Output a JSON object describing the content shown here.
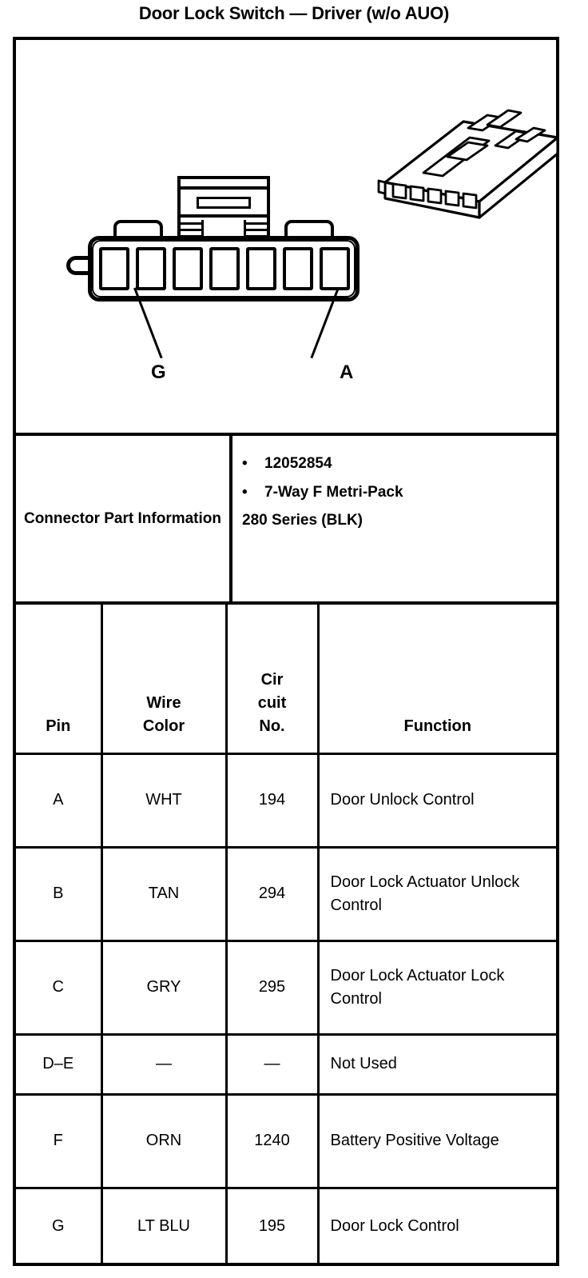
{
  "title": "Door Lock Switch — Driver (w/o AUO)",
  "diagram": {
    "view_2d_name": "connector-front-view",
    "view_3d_name": "connector-isometric-view",
    "cavity_count": 7,
    "pin_callouts": [
      {
        "label": "G",
        "position": "left"
      },
      {
        "label": "A",
        "position": "right"
      }
    ]
  },
  "connector_part_information": {
    "label": "Connector Part Information",
    "bullets": [
      "12052854",
      "7-Way F Metri-Pack"
    ],
    "continuation": "280 Series (BLK)"
  },
  "pin_table": {
    "headers": {
      "pin": "Pin",
      "wire_color_line1": "Wire",
      "wire_color_line2": "Color",
      "circuit_line1": "Cir",
      "circuit_line2": "cuit",
      "circuit_line3": "No.",
      "function": "Function"
    },
    "rows": [
      {
        "pin": "A",
        "wire_color": "WHT",
        "circuit_no": "194",
        "function": "Door Unlock Control"
      },
      {
        "pin": "B",
        "wire_color": "TAN",
        "circuit_no": "294",
        "function": "Door Lock Actuator Unlock Control"
      },
      {
        "pin": "C",
        "wire_color": "GRY",
        "circuit_no": "295",
        "function": "Door Lock Actuator Lock Control"
      },
      {
        "pin": "D–E",
        "wire_color": "—",
        "circuit_no": "—",
        "function": "Not Used"
      },
      {
        "pin": "F",
        "wire_color": "ORN",
        "circuit_no": "1240",
        "function": "Battery Positive Voltage"
      },
      {
        "pin": "G",
        "wire_color": "LT BLU",
        "circuit_no": "195",
        "function": "Door Lock Control"
      }
    ]
  },
  "colors": {
    "ink": "#000000",
    "paper": "#ffffff"
  }
}
